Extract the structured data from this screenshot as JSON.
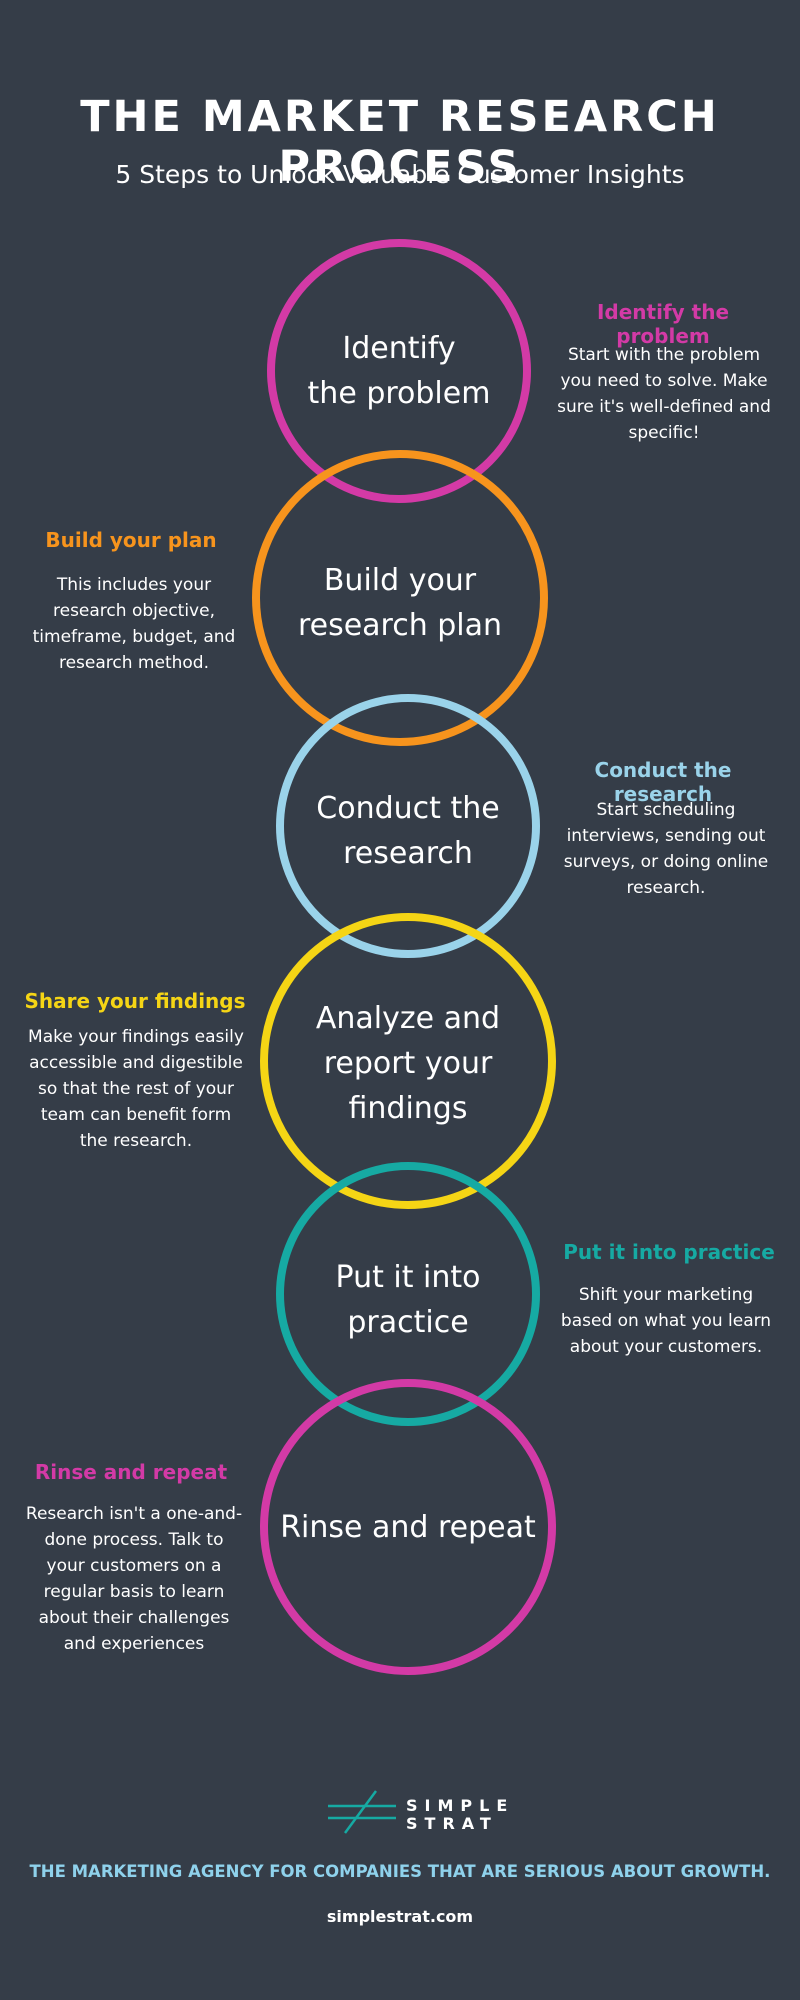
{
  "header": {
    "title": "THE MARKET RESEARCH PROCESS",
    "subtitle": "5 Steps to Unlock Valuable Customer Insights"
  },
  "colors": {
    "background": "#353d48",
    "magenta": "#d33aa6",
    "orange": "#f7941d",
    "light_blue": "#9ad3ea",
    "yellow": "#f5d515",
    "teal": "#16aaa3",
    "tagline": "#8fd2ec"
  },
  "steps": [
    {
      "circle_label_line1": "Identify",
      "circle_label_line2": "the problem",
      "heading": "Identify the problem",
      "body": "Start with the problem you need to solve. Make sure it's well-defined and specific!",
      "color": "#d33aa6"
    },
    {
      "circle_label_line1": "Build your",
      "circle_label_line2": "research plan",
      "heading": "Build your plan",
      "body": "This includes your research objective, timeframe, budget, and research method.",
      "color": "#f7941d"
    },
    {
      "circle_label_line1": "Conduct the",
      "circle_label_line2": "research",
      "heading": "Conduct the research",
      "body": "Start scheduling interviews, sending out surveys, or doing online research.",
      "color": "#9ad3ea"
    },
    {
      "circle_label_line1": "Analyze and",
      "circle_label_line2": "report your",
      "circle_label_line3": "findings",
      "heading": "Share your findings",
      "body": "Make your findings easily accessible and digestible so that the rest of your team can benefit form the research.",
      "color": "#f5d515"
    },
    {
      "circle_label_line1": "Put it into",
      "circle_label_line2": "practice",
      "heading": "Put it into practice",
      "body": "Shift your marketing based on what you learn about your customers.",
      "color": "#16aaa3"
    },
    {
      "circle_label_line1": "Rinse and repeat",
      "heading": "Rinse and repeat",
      "body": "Research isn't a one-and-done process. Talk to your customers on a regular basis to learn about their challenges and experiences",
      "color": "#d33aa6"
    }
  ],
  "footer": {
    "logo_line1": "SIMPLE",
    "logo_line2": "STRAT",
    "tagline": "THE MARKETING AGENCY FOR COMPANIES THAT ARE SERIOUS ABOUT GROWTH.",
    "website": "simplestrat.com"
  }
}
